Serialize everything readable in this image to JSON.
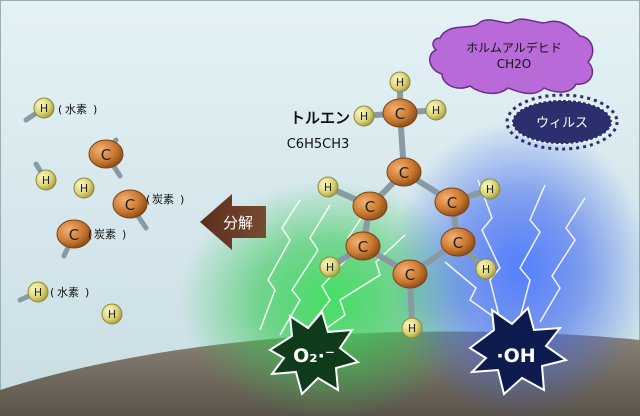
{
  "molecule": {
    "name": "トルエン",
    "formula": "C6H5CH3",
    "atom_carbon": "C",
    "atom_hydrogen": "H"
  },
  "pollutants": {
    "formaldehyde_name": "ホルムアルデヒド",
    "formaldehyde_formula": "CH2O",
    "virus": "ウィルス"
  },
  "decomposition": {
    "arrow_label": "分解",
    "hydrogen_label": "水素",
    "carbon_label": "炭素",
    "open_paren": "(",
    "close_paren": ")"
  },
  "radicals": {
    "superoxide": "O₂·⁻",
    "hydroxyl": "·OH"
  },
  "colors": {
    "background": "#dfeef3",
    "carbon": "#c8782e",
    "hydrogen": "#e3dd83",
    "superoxide_glow": "#1fbf3c",
    "hydroxyl_glow": "#2f57ee",
    "formaldehyde_cloud": "#b86bd8",
    "virus_body": "#2b2f6e",
    "arrow": "#6a3a25"
  }
}
